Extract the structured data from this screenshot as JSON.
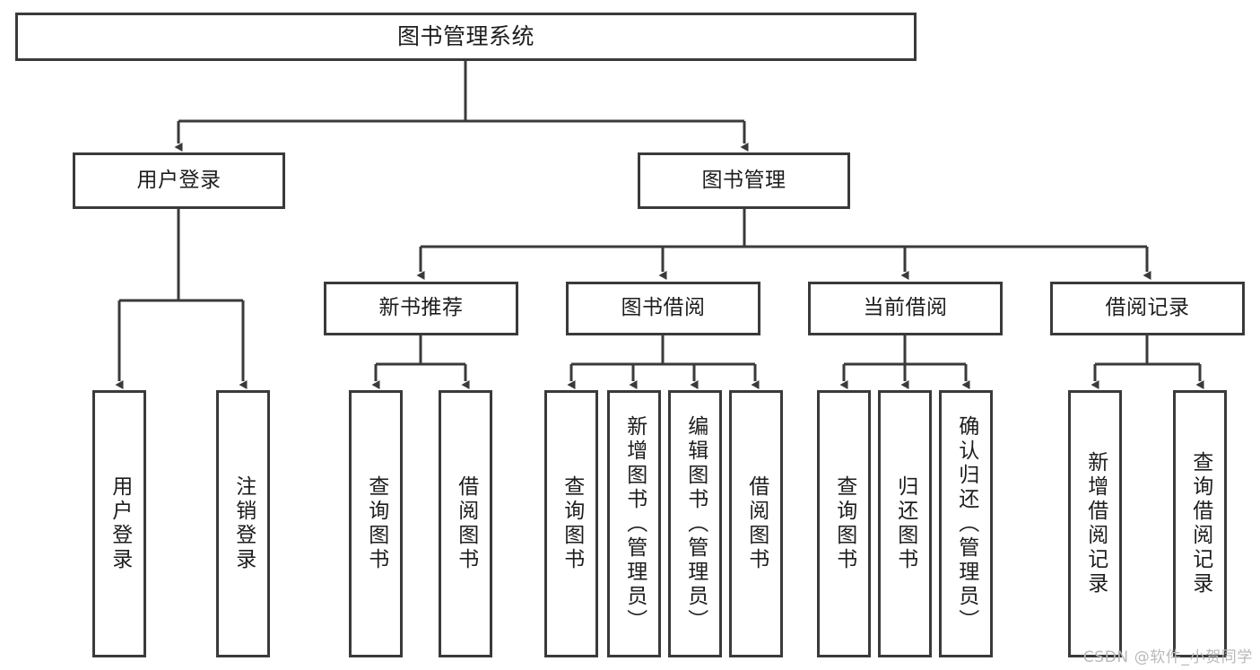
{
  "diagram": {
    "type": "tree",
    "title": "图书管理系统",
    "orientation": "top-down",
    "colors": {
      "box_border": "#3a3a3a",
      "box_fill": "#ffffff",
      "connector": "#3a3a3a",
      "text": "#1d1d1d",
      "watermark": "#b9b9b9",
      "background": "#ffffff"
    },
    "levels": 4
  },
  "root": {
    "label": "图书管理系统"
  },
  "level2": [
    {
      "label": "用户登录"
    },
    {
      "label": "图书管理"
    }
  ],
  "level3": [
    {
      "label": "新书推荐"
    },
    {
      "label": "图书借阅"
    },
    {
      "label": "当前借阅"
    },
    {
      "label": "借阅记录"
    }
  ],
  "leaves": {
    "user_login": [
      {
        "label": "用户登录"
      },
      {
        "label": "注销登录"
      }
    ],
    "new_book_recommend": [
      {
        "label": "查询图书"
      },
      {
        "label": "借阅图书"
      }
    ],
    "book_borrow": [
      {
        "label": "查询图书"
      },
      {
        "label": "新增图书（管理员）"
      },
      {
        "label": "编辑图书（管理员）"
      },
      {
        "label": "借阅图书"
      }
    ],
    "current_borrow": [
      {
        "label": "查询图书"
      },
      {
        "label": "归还图书"
      },
      {
        "label": "确认归还（管理员）"
      }
    ],
    "borrow_record": [
      {
        "label": "新增借阅记录"
      },
      {
        "label": "查询借阅记录"
      }
    ]
  },
  "watermark": {
    "text": "CSDN @软件_小贺同学"
  }
}
